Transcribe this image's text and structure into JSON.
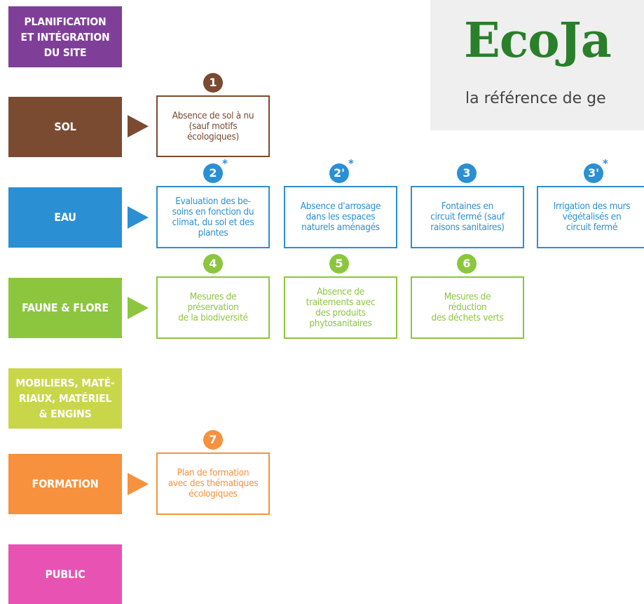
{
  "colors": {
    "planning": "#7f3f98",
    "sol": "#7a4b31",
    "eau": "#2b8fd3",
    "faune": "#8cc63f",
    "mobiliers": "#c9d64a",
    "formation": "#f7913d",
    "public": "#e852b3",
    "logo_green": "#2a7f2a"
  },
  "logo": {
    "title": "EcoJa",
    "subtitle": "la référence de ge"
  },
  "categories": {
    "planning": "PLANIFICATION\nET INTÉGRATION\nDU SITE",
    "sol": "SOL",
    "eau": "EAU",
    "faune": "FAUNE & FLORE",
    "mobiliers": "MOBILIERS, MATÉ-\nRIAUX, MATÉRIEL\n& ENGINS",
    "formation": "FORMATION",
    "public": "PUBLIC"
  },
  "criteria": {
    "c1": {
      "number": "1",
      "star": "",
      "text": "Absence de sol à nu\n(sauf motifs\nécologiques)"
    },
    "c2": {
      "number": "2",
      "star": "*",
      "text": "Evaluation des be-\nsoins en fonction du\nclimat, du sol et des\nplantes"
    },
    "c2b": {
      "number": "2'",
      "star": "*",
      "text": "Absence d'arrosage\ndans les espaces\nnaturels aménagés"
    },
    "c3": {
      "number": "3",
      "star": "",
      "text": "Fontaines en\ncircuit fermé (sauf\nraisons sanitaires)"
    },
    "c3b": {
      "number": "3'",
      "star": "*",
      "text": "Irrigation des murs\nvégétalisés en\ncircuit fermé"
    },
    "c4": {
      "number": "4",
      "star": "",
      "text": "Mesures de\npréservation\nde la biodiversité"
    },
    "c5": {
      "number": "5",
      "star": "",
      "text": "Absence de\ntraitements avec\ndes produits\nphytosanitaires"
    },
    "c6": {
      "number": "6",
      "star": "",
      "text": "Mesures de\nréduction\ndes déchets verts"
    },
    "c7": {
      "number": "7",
      "star": "",
      "text": "Plan de formation\navec des thématiques\nécologiques"
    }
  }
}
